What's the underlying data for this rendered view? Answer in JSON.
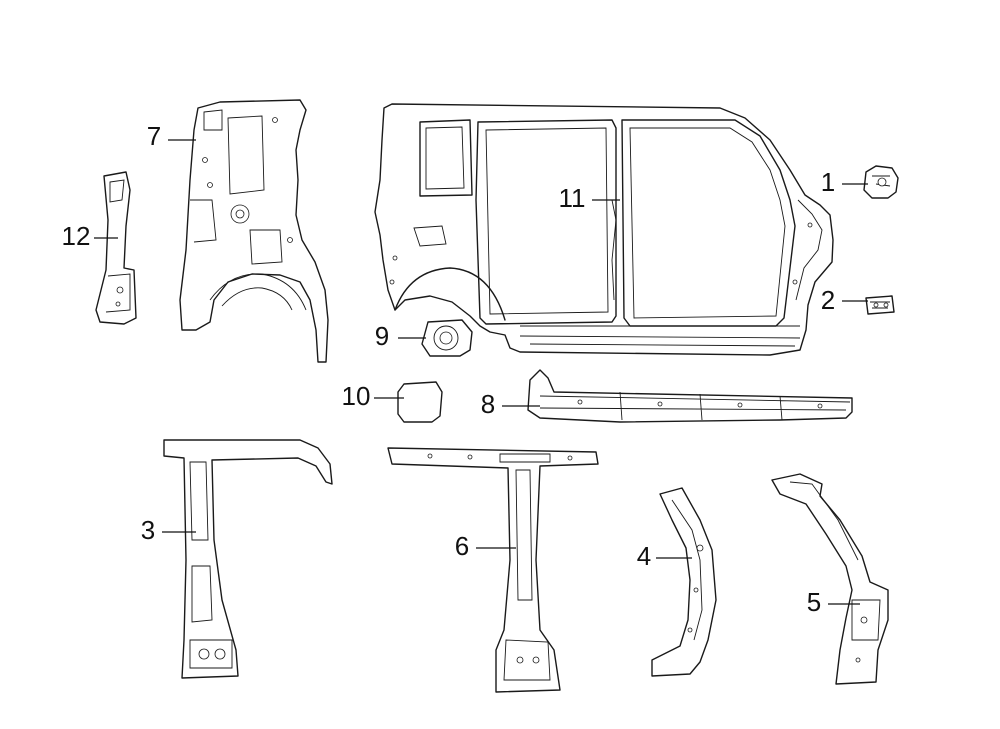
{
  "diagram": {
    "callouts": [
      {
        "id": "c1",
        "label": "1"
      },
      {
        "id": "c2",
        "label": "2"
      },
      {
        "id": "c3",
        "label": "3"
      },
      {
        "id": "c4",
        "label": "4"
      },
      {
        "id": "c5",
        "label": "5"
      },
      {
        "id": "c6",
        "label": "6"
      },
      {
        "id": "c7",
        "label": "7"
      },
      {
        "id": "c8",
        "label": "8"
      },
      {
        "id": "c9",
        "label": "9"
      },
      {
        "id": "c10",
        "label": "10"
      },
      {
        "id": "c11",
        "label": "11"
      },
      {
        "id": "c12",
        "label": "12"
      }
    ]
  },
  "colors": {
    "line": "#1a1a1a",
    "background": "#ffffff"
  }
}
